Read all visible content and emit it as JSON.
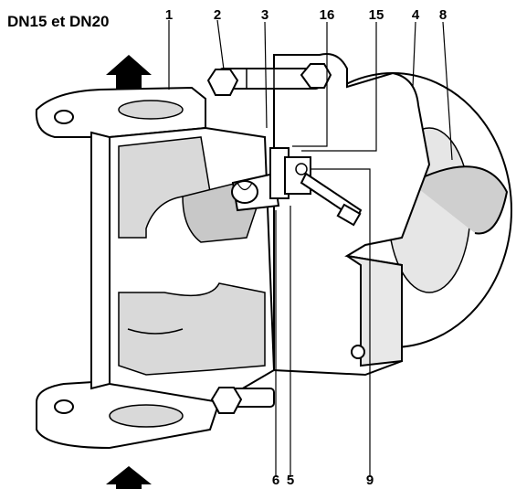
{
  "title": "DN15 et DN20",
  "callouts": {
    "c1": "1",
    "c2": "2",
    "c3": "3",
    "c16": "16",
    "c15": "15",
    "c4": "4",
    "c8": "8",
    "c6": "6",
    "c5": "5",
    "c9": "9"
  },
  "colors": {
    "line": "#000000",
    "body": "#ffffff",
    "shade": "#d9d9d9",
    "dark": "#9a9a9a"
  }
}
